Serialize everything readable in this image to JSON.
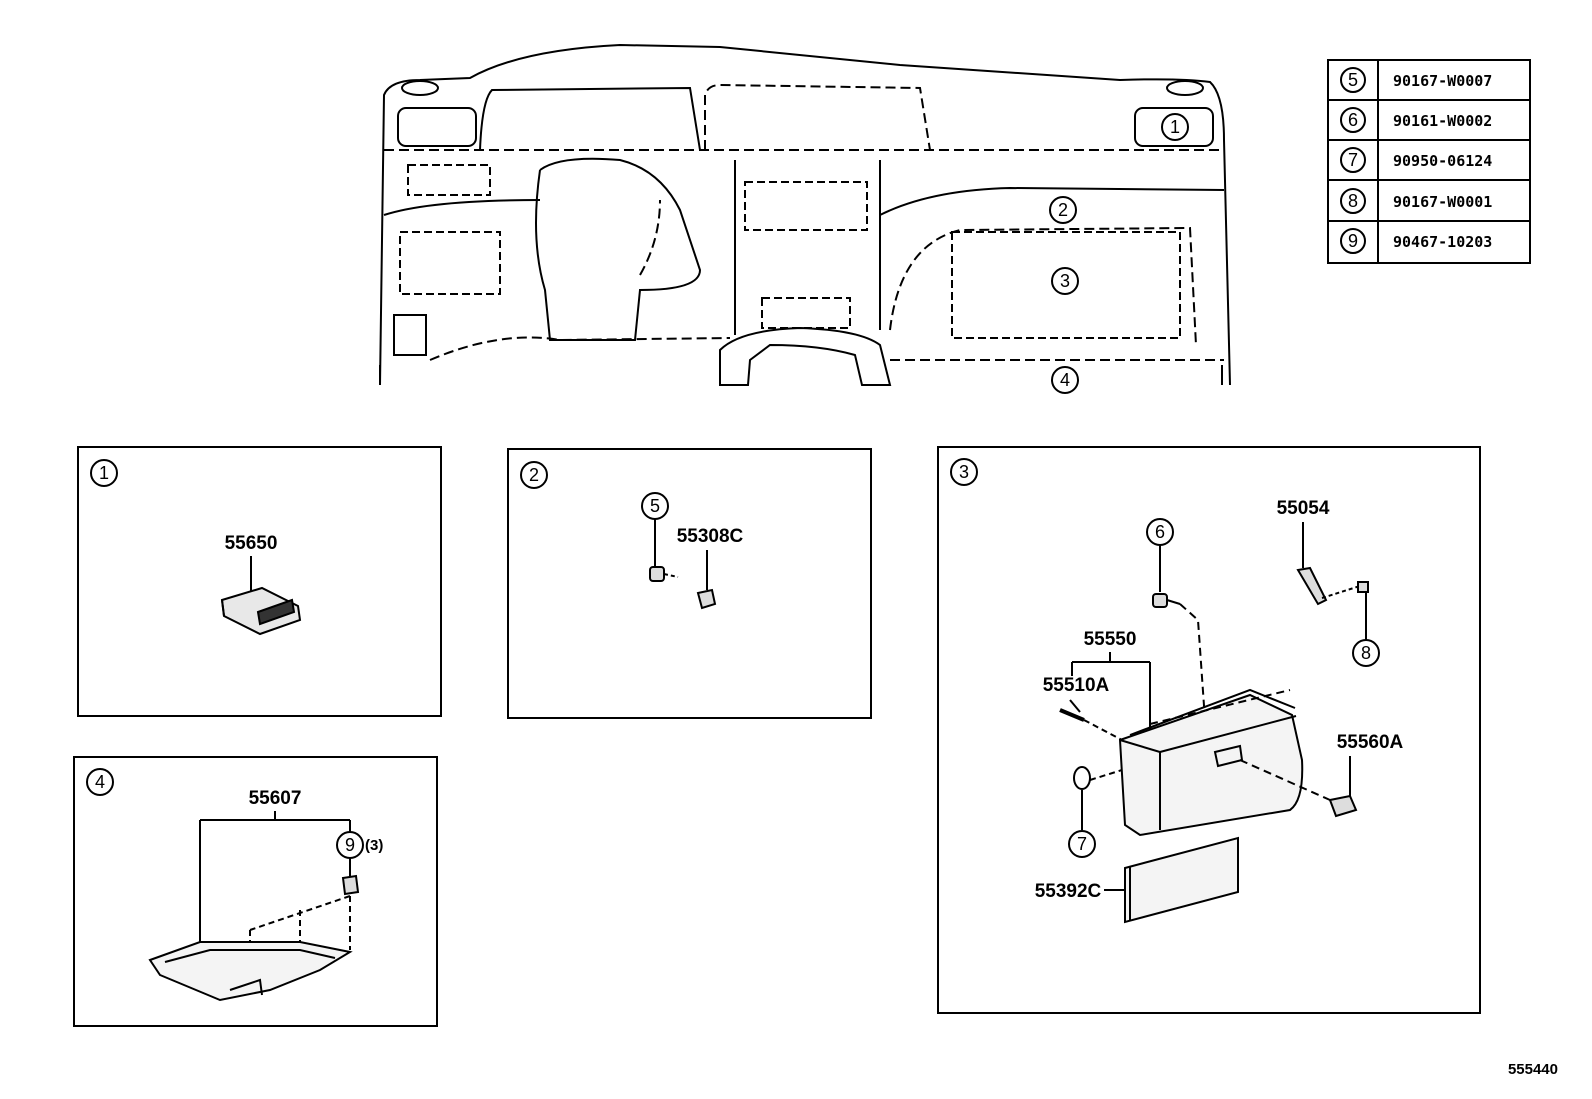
{
  "figure_ref": "555440",
  "callout_table": [
    {
      "circle": "5",
      "part": "90167-W0007"
    },
    {
      "circle": "6",
      "part": "90161-W0002"
    },
    {
      "circle": "7",
      "part": "90950-06124"
    },
    {
      "circle": "8",
      "part": "90167-W0001"
    },
    {
      "circle": "9",
      "part": "90467-10203"
    }
  ],
  "dashboard": {
    "callouts": [
      "1",
      "2",
      "3",
      "4"
    ]
  },
  "panels": {
    "p1": {
      "num": "1",
      "part": "55650"
    },
    "p2": {
      "num": "2",
      "part": "55308C",
      "callout": "5"
    },
    "p3": {
      "num": "3",
      "parts": {
        "a": "55054",
        "b": "55550",
        "c": "55510A",
        "d": "55560A",
        "e": "55392C"
      },
      "callouts": {
        "c6": "6",
        "c7": "7",
        "c8": "8"
      }
    },
    "p4": {
      "num": "4",
      "part": "55607",
      "callout": "9",
      "qty": "(3)"
    }
  }
}
